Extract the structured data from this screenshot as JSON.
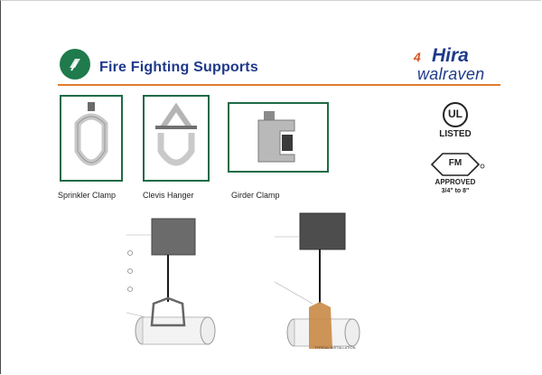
{
  "header": {
    "title": "Fire Fighting Supports",
    "brand_mark": "4",
    "brand_name": "Hira",
    "brand_sub": "walraven",
    "rule_color": "#e07b2c",
    "title_color": "#1f3a8a"
  },
  "products": [
    {
      "label": "Sprinkler Clamp",
      "icon": "sprinkler-clamp-image"
    },
    {
      "label": "Clevis Hanger",
      "icon": "clevis-hanger-image"
    },
    {
      "label": "Girder Clamp",
      "icon": "girder-clamp-image"
    }
  ],
  "certifications": {
    "ul_text": "UL",
    "ul_label": "LISTED",
    "fm_text": "FM",
    "fm_label": "APPROVED",
    "fm_range": "3/4\" to 8\""
  },
  "diagrams": {
    "left_caption": "",
    "right_caption": "TYPICAL INSTALLATION"
  }
}
